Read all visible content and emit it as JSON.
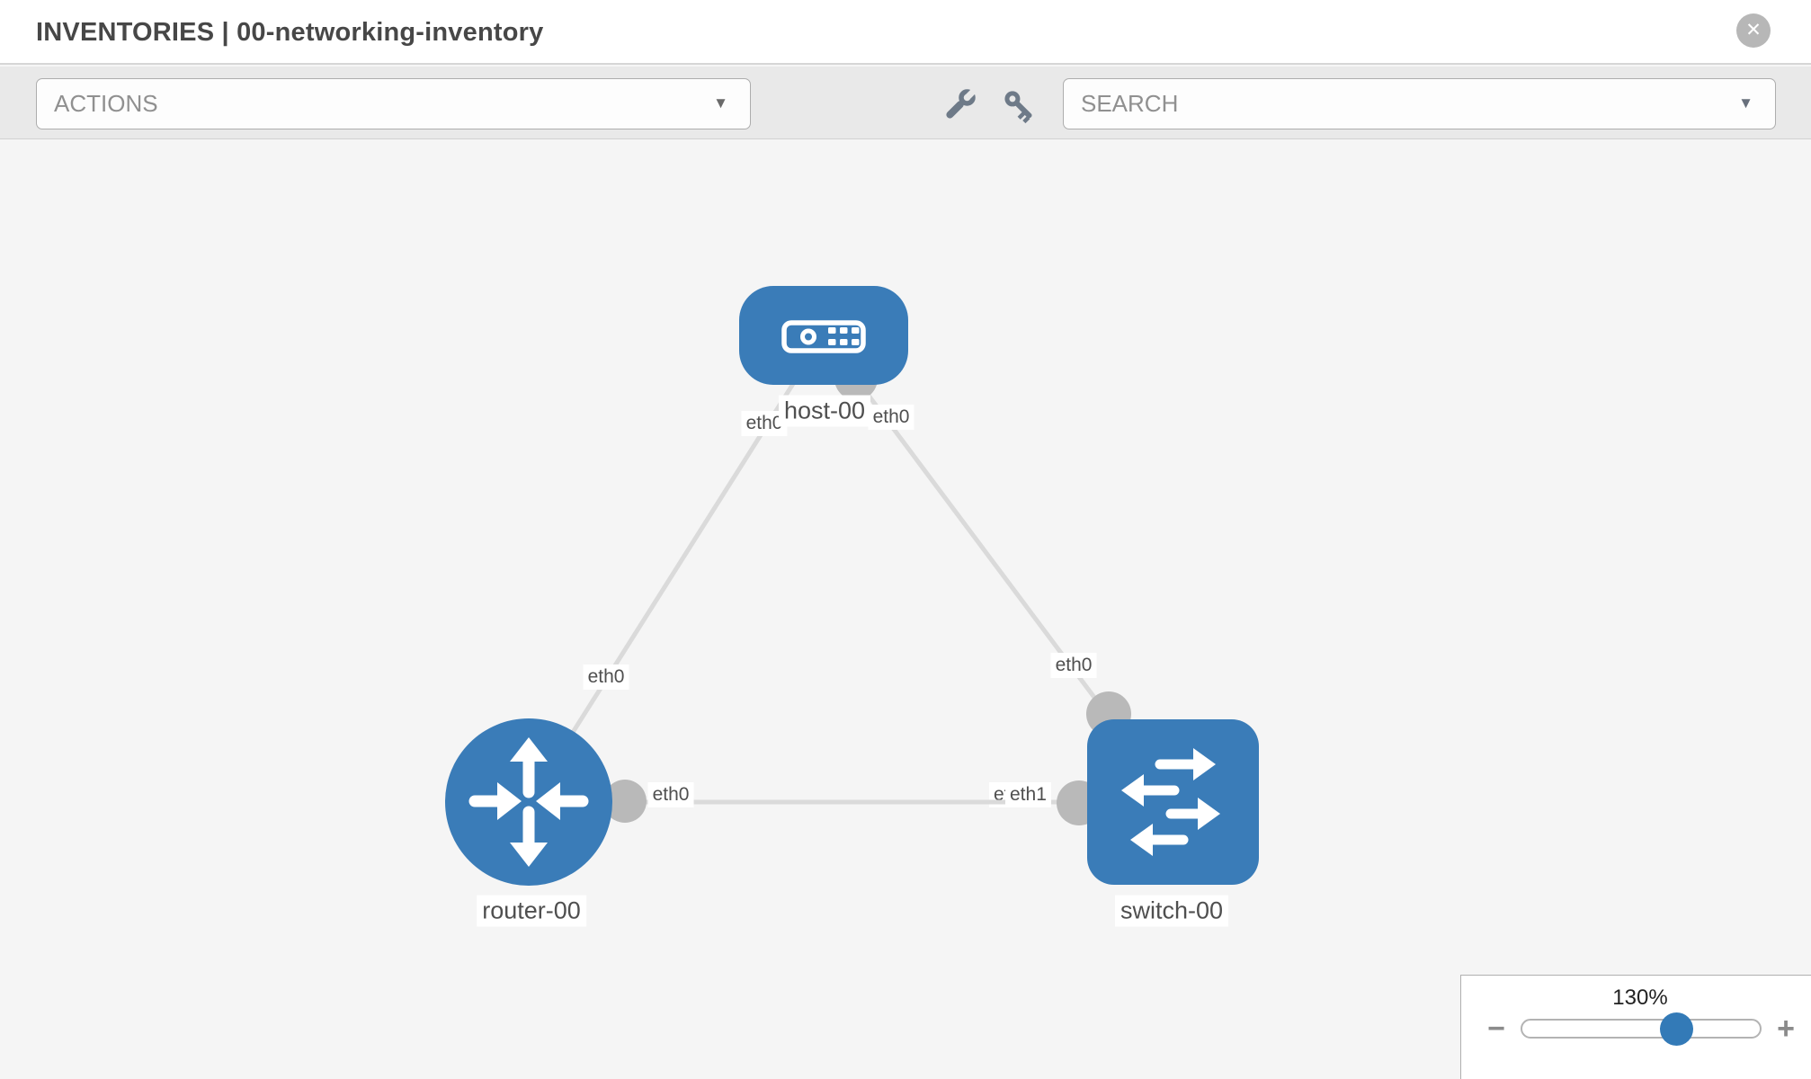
{
  "header": {
    "title": "INVENTORIES | 00-networking-inventory",
    "close_glyph": "✕"
  },
  "toolbar": {
    "actions": {
      "label": "ACTIONS",
      "caret": "▼"
    },
    "search": {
      "placeholder": "SEARCH",
      "caret": "▼"
    }
  },
  "topology": {
    "nodes": [
      {
        "id": "host-00",
        "label": "host-00",
        "type": "host"
      },
      {
        "id": "router-00",
        "label": "router-00",
        "type": "router"
      },
      {
        "id": "switch-00",
        "label": "switch-00",
        "type": "switch"
      }
    ],
    "links": [
      {
        "from": "host-00",
        "to": "router-00",
        "from_if": "eth0",
        "to_if": "eth0"
      },
      {
        "from": "host-00",
        "to": "switch-00",
        "from_if": "eth0",
        "to_if": "eth0"
      },
      {
        "from": "router-00",
        "to": "switch-00",
        "from_if": "eth0",
        "to_if": "eth1"
      }
    ],
    "interfaces": {
      "host_left": "eth0",
      "host_right": "eth0",
      "host_router_link": "eth0",
      "host_switch_link": "eth0",
      "router_right": "eth0",
      "switch_left_back": "eth0",
      "switch_left_front": "eth1"
    }
  },
  "zoom_control": {
    "level": "130%",
    "minus_glyph": "−",
    "plus_glyph": "+"
  },
  "colors": {
    "node_blue": "#3a7cb8",
    "link_gray": "#dadada",
    "interface_gray": "#b9b9b9",
    "accent": "#337ab7"
  }
}
